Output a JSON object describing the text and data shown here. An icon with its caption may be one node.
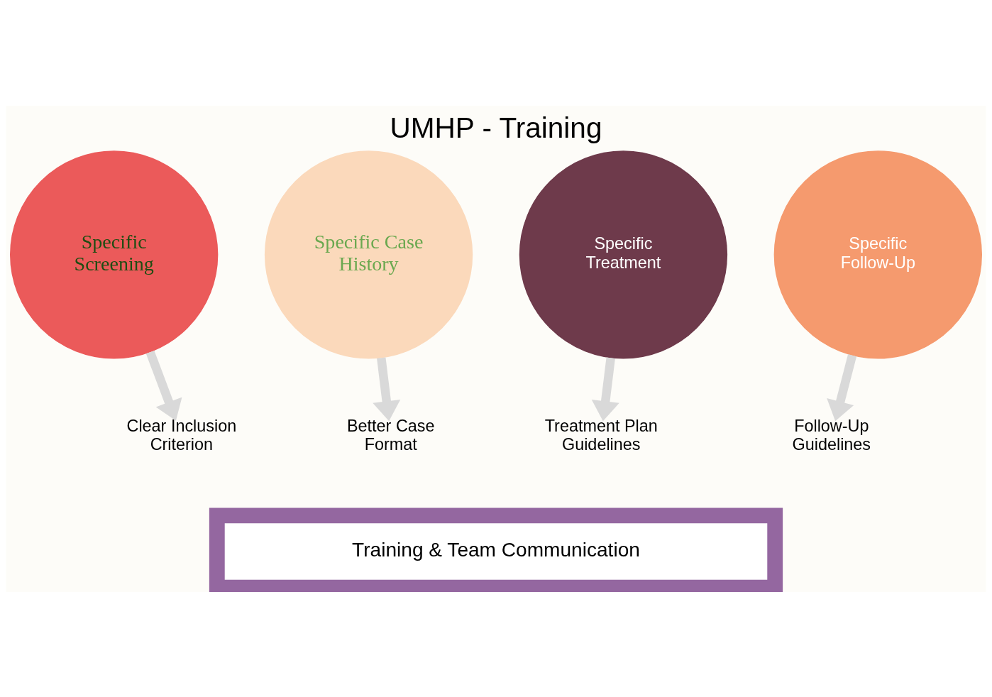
{
  "diagram": {
    "title": "UMHP - Training",
    "nodes": [
      {
        "text": [
          "Specific Screening"
        ]
      },
      {
        "text": [
          "Specific Case History"
        ]
      },
      {
        "text": [
          "Specific Treatment"
        ]
      },
      {
        "text": [
          "Specific Follow-Up"
        ]
      },
      {
        "text": [
          "Clear Inclusion Criterion"
        ]
      },
      {
        "text": [
          "Better Case Format"
        ]
      },
      {
        "text": [
          "Treatment Plan Guidelines"
        ]
      },
      {
        "text": [
          "Follow-Up Guidelines"
        ]
      },
      {
        "text": [
          "Training & Team Communication"
        ]
      }
    ],
    "edges": [
      {
        "from": 0,
        "to": 4,
        "arrow": "to"
      },
      {
        "from": 1,
        "to": 5,
        "arrow": "to"
      },
      {
        "from": 2,
        "to": 6,
        "arrow": "to"
      },
      {
        "from": 3,
        "to": 7,
        "arrow": "to"
      }
    ]
  }
}
